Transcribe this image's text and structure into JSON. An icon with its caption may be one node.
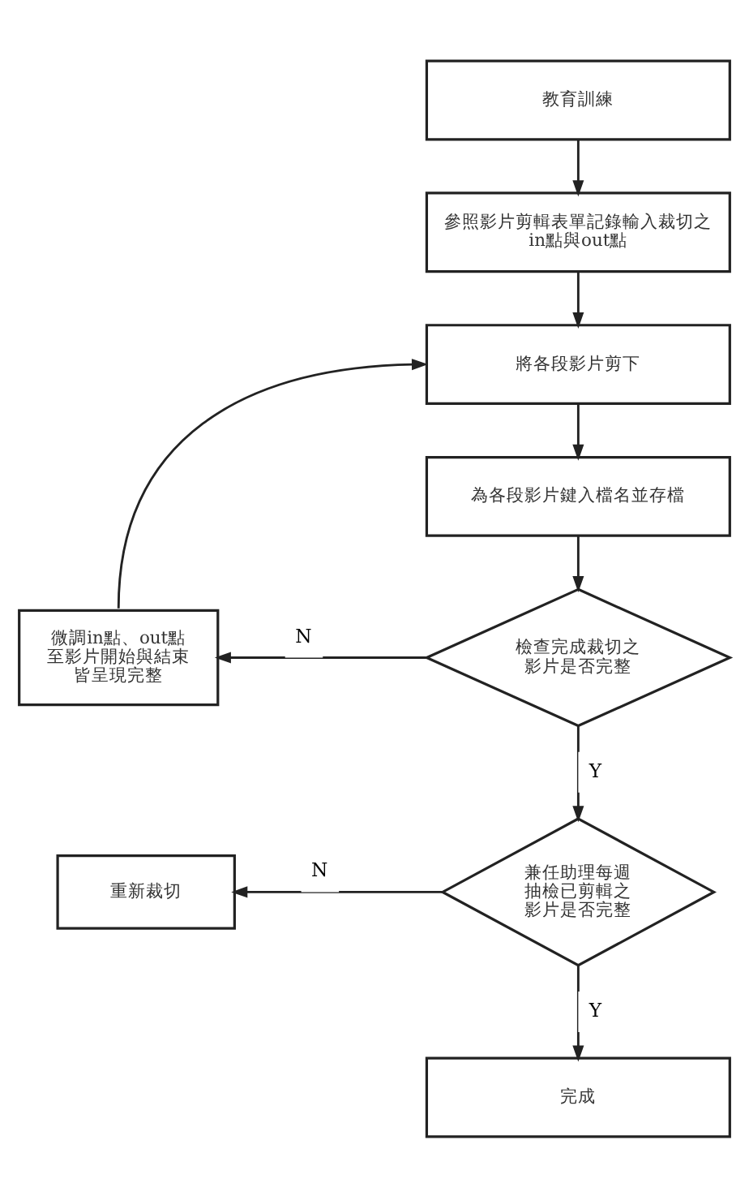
{
  "diagram": {
    "nodes": [
      {
        "text": [
          "教育訓練"
        ]
      },
      {
        "text": [
          "參照影片剪輯表單記錄輸入裁切之in點與out點"
        ]
      },
      {
        "text": [
          "將各段影片剪下"
        ]
      },
      {
        "text": [
          "為各段影片鍵入檔名並存檔"
        ]
      },
      {
        "text": [
          "檢查完成裁切之影片是否完整"
        ]
      },
      {
        "text": [
          "微調in點、out點至影片開始與結束皆呈現完整"
        ]
      },
      {
        "text": [
          "兼任助理每週抽檢已剪輯之影片是否完整"
        ]
      },
      {
        "text": [
          "重新裁切"
        ]
      },
      {
        "text": [
          "完成"
        ]
      }
    ],
    "edges": [
      {
        "from": 0,
        "to": 1,
        "arrow": "to"
      },
      {
        "from": 1,
        "to": 2,
        "arrow": "to"
      },
      {
        "from": 2,
        "to": 3,
        "arrow": "to"
      },
      {
        "from": 3,
        "to": 4,
        "arrow": "to"
      },
      {
        "from": 4,
        "to": 5,
        "arrow": "to",
        "label": "N"
      },
      {
        "from": 5,
        "to": 2,
        "arrow": "to"
      },
      {
        "from": 4,
        "to": 6,
        "arrow": "to",
        "label": "Y"
      },
      {
        "from": 6,
        "to": 7,
        "arrow": "to",
        "label": "N"
      },
      {
        "from": 6,
        "to": 8,
        "arrow": "to",
        "label": "Y"
      }
    ]
  }
}
